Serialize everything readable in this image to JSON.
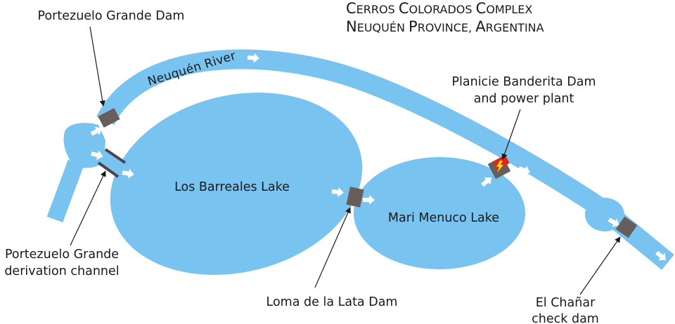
{
  "title": {
    "line1": [
      "C",
      "ERROS ",
      "C",
      "OLORADOS ",
      "C",
      "OMPLEX"
    ],
    "line2": [
      "N",
      "EUQUÉN ",
      "P",
      "ROVINCE, ",
      "A",
      "RGENTINA"
    ]
  },
  "river": {
    "label": "Neuquén River"
  },
  "lakes": {
    "los_barreales": "Los Barreales Lake",
    "mari_menuco": "Mari Menuco Lake"
  },
  "labels": {
    "portezuelo_dam": "Portezuelo Grande Dam",
    "planicie_line1": "Planicie Banderita Dam",
    "planicie_line2": "and power plant",
    "derivation_line1": "Portezuelo Grande",
    "derivation_line2": "derivation channel",
    "loma_dam": "Loma de la Lata Dam",
    "chanar_line1": "El Chañar",
    "chanar_line2": "check dam"
  },
  "colors": {
    "water": "#78c3ef",
    "arrow": "#ffffff",
    "dam": "#675e5b",
    "plant": "#e2231a",
    "bolt": "#ffe100",
    "text": "#1a1a1a"
  }
}
